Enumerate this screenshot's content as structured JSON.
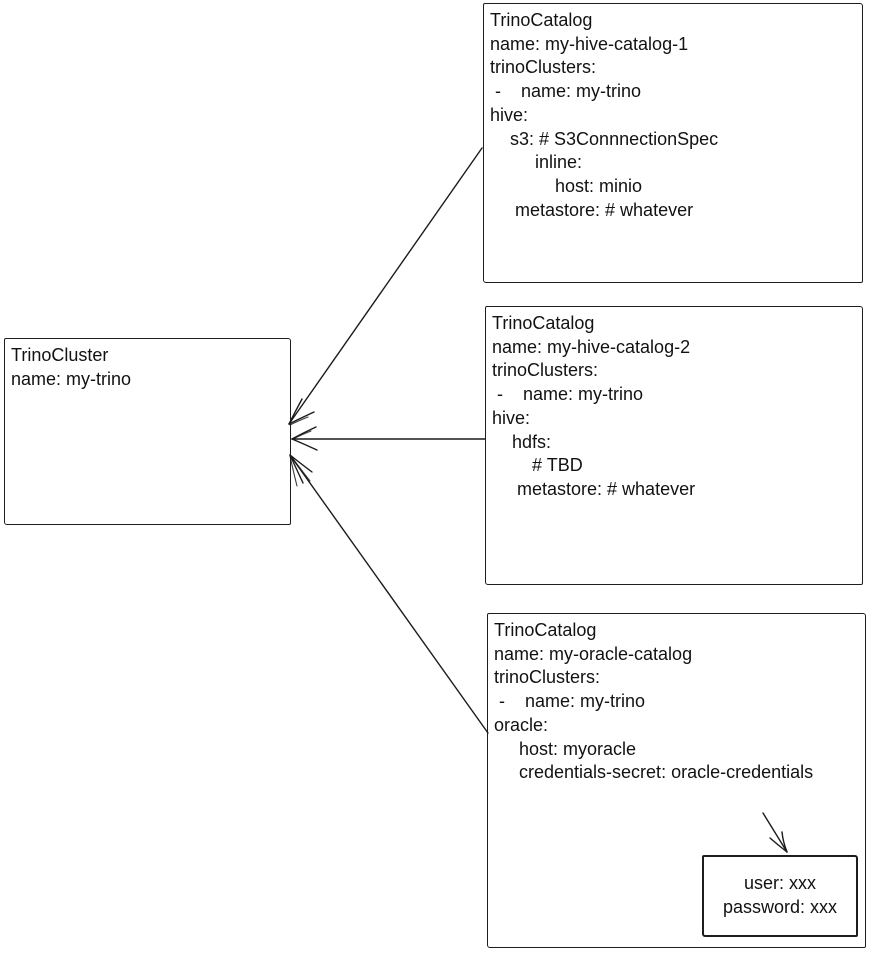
{
  "diagram": {
    "colors": {
      "background": "#ffffff",
      "stroke": "#1b1b1b",
      "text": "#121212"
    },
    "cluster": {
      "title": "TrinoCluster",
      "body": "name: my-trino"
    },
    "catalogs": [
      {
        "title": "TrinoCatalog",
        "body": "name: my-hive-catalog-1\ntrinoClusters:\n -    name: my-trino\nhive:\n    s3: # S3ConnnectionSpec\n         inline:\n             host: minio\n     metastore: # whatever"
      },
      {
        "title": "TrinoCatalog",
        "body": "name: my-hive-catalog-2\ntrinoClusters:\n -    name: my-trino\nhive:\n    hdfs:\n        # TBD\n     metastore: # whatever"
      },
      {
        "title": "TrinoCatalog",
        "body": "name: my-oracle-catalog\ntrinoClusters:\n -    name: my-trino\noracle:\n     host: myoracle\n     credentials-secret: oracle-credentials"
      }
    ],
    "secret_box": {
      "body": "user: xxx\npassword: xxx"
    }
  }
}
